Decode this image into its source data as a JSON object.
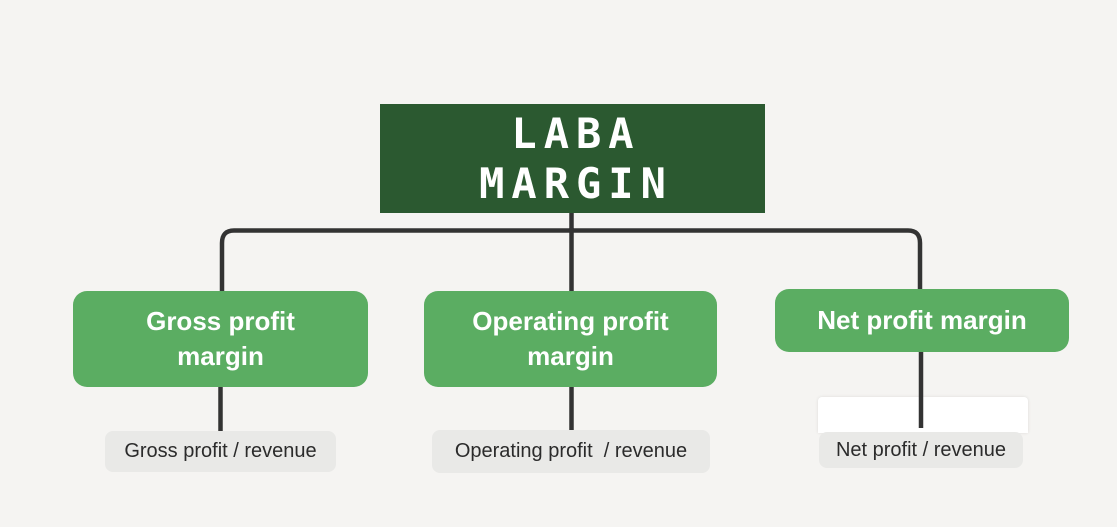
{
  "diagram": {
    "colors": {
      "background": "#f5f4f2",
      "root_box": "#2b5930",
      "child_box": "#5bad62",
      "box_text": "#ffffff",
      "connector": "#333333",
      "label_bg": "#e9e9e7",
      "label_text": "#2b2b2b",
      "editor_box": "#ffffff"
    },
    "root": {
      "label": "LABA MARGIN",
      "lines": [
        "LABA",
        "MARGIN"
      ]
    },
    "nodes": [
      {
        "label": "Gross profit margin",
        "lines": [
          "Gross profit",
          "margin"
        ],
        "formula": "Gross profit / revenue"
      },
      {
        "label": "Operating profit margin",
        "lines": [
          "Operating profit",
          "margin"
        ],
        "formula": "Operating profit  / revenue"
      },
      {
        "label": "Net profit margin",
        "lines": [
          "Net profit margin"
        ],
        "formula": "Net profit / revenue"
      }
    ]
  }
}
